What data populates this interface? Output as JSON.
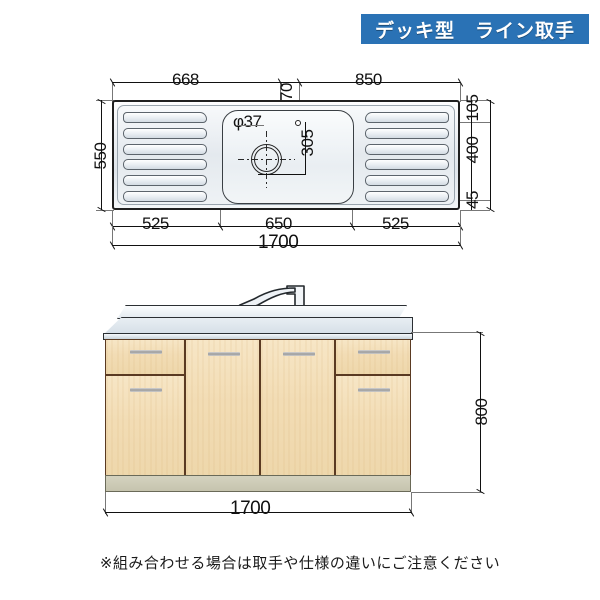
{
  "banner": {
    "label": "デッキ型　ライン取手",
    "bg_color": "#2a72b5",
    "text_color": "#ffffff"
  },
  "caption": {
    "note": "※組み合わせる場合は取手や仕様の違いにご注意ください"
  },
  "plan_view": {
    "name": "sink-plan-view",
    "dimensions": {
      "top_left": "668",
      "top_center": "70",
      "top_right": "850",
      "left_height": "550",
      "bowl_depth": "305",
      "drain_diameter": "φ37",
      "right_top": "105",
      "right_middle": "400",
      "right_bottom": "45",
      "bottom_left": "525",
      "bottom_center": "650",
      "bottom_right": "525",
      "bottom_total": "1700"
    }
  },
  "elevation_view": {
    "name": "cabinet-elevation-view",
    "dimensions": {
      "height": "800",
      "width": "1700"
    },
    "colors": {
      "wood": "#f2dcb4",
      "wood_edge": "#5a3a22",
      "plinth": "#c6c4ae",
      "counter": "#d6dfe7"
    }
  }
}
